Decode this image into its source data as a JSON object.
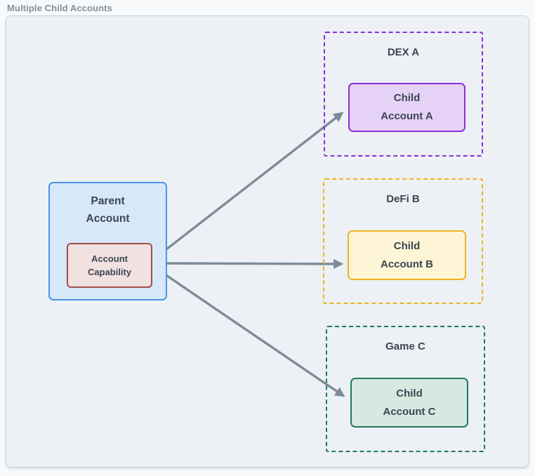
{
  "title": "Multiple Child Accounts",
  "parent_account": {
    "label": [
      "Parent",
      "Account"
    ],
    "capability": [
      "Account",
      "Capability"
    ],
    "fill": "#d7e8f8",
    "border": "#4a94e8",
    "capability_fill": "#f2e1e1",
    "capability_border": "#9e5048"
  },
  "child_groups": [
    {
      "label": "DEX A",
      "child": [
        "Child",
        "Account A"
      ],
      "accent": "#8b2fd4",
      "fill": "#e6d2f7"
    },
    {
      "label": "DeFi B",
      "child": [
        "Child",
        "Account B"
      ],
      "accent": "#eeb41f",
      "fill": "#fdf5d6"
    },
    {
      "label": "Game C",
      "child": [
        "Child",
        "Account C"
      ],
      "accent": "#1e7a5b",
      "fill": "#d8e7e0"
    }
  ],
  "arrow_color": "#7d8b99",
  "board_fill": "#edf1f5",
  "text_color": "#3b4651"
}
